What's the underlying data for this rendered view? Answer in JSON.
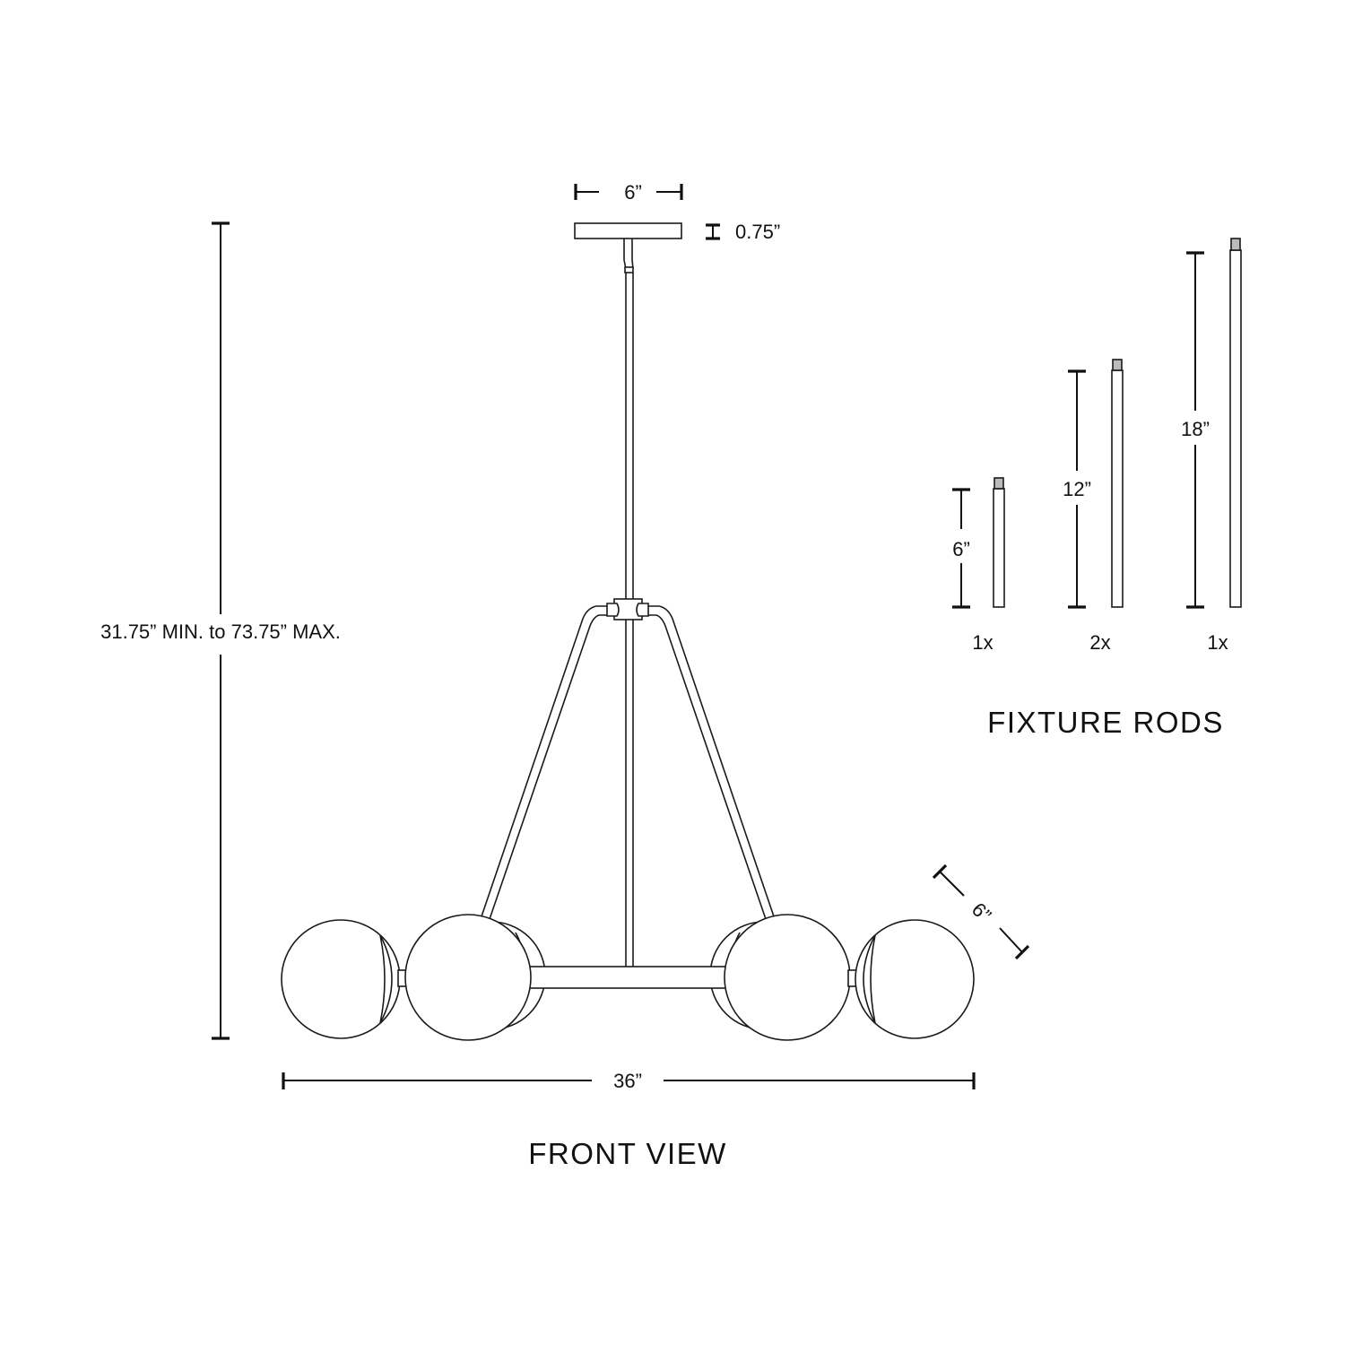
{
  "dimensions": {
    "canopy_width": "6”",
    "canopy_height": "0.75”",
    "overall_height": "31.75” MIN. to 73.75” MAX.",
    "overall_width": "36”",
    "globe_diameter": "6”"
  },
  "views": {
    "front_view_label": "FRONT VIEW",
    "rods_label": "FIXTURE RODS"
  },
  "rods": [
    {
      "length": "6”",
      "quantity": "1x"
    },
    {
      "length": "12”",
      "quantity": "2x"
    },
    {
      "length": "18”",
      "quantity": "1x"
    }
  ],
  "colors": {
    "line": "#1a1a1a",
    "background": "#ffffff"
  }
}
